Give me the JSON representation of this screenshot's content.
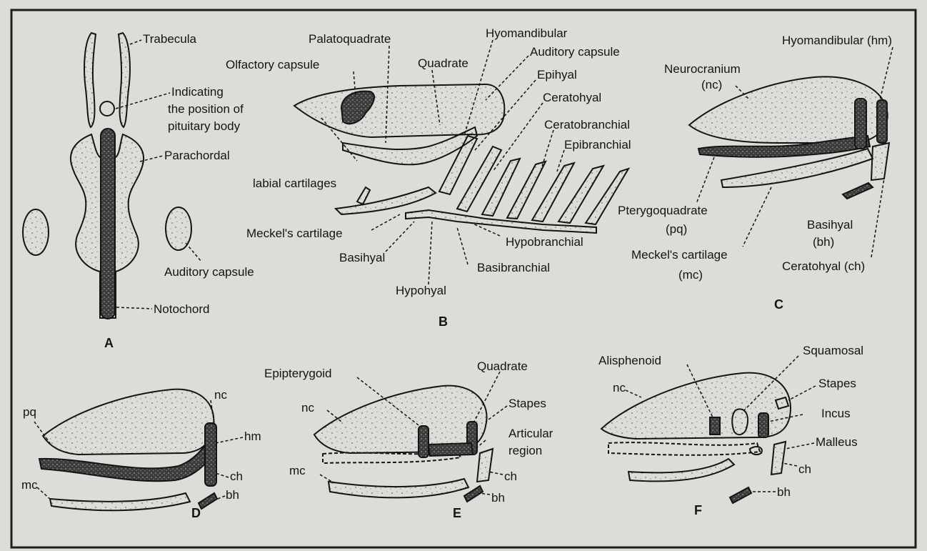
{
  "colors": {
    "paper": "#dcdcd8",
    "ink": "#141414",
    "stipple": "#6a6a66",
    "dark_cartilage": "#3c3c3c",
    "frame": "#1e1e1e"
  },
  "panel_a": {
    "letter": "A",
    "labels": {
      "trabecula": "Trabecula",
      "indicating1": "Indicating",
      "indicating2": "the position of",
      "indicating3": "pituitary body",
      "parachordal": "Parachordal",
      "auditory_capsule": "Auditory capsule",
      "notochord": "Notochord"
    }
  },
  "panel_b": {
    "letter": "B",
    "labels": {
      "palatoquadrate": "Palatoquadrate",
      "hyomandibular": "Hyomandibular",
      "olfactory_capsule": "Olfactory capsule",
      "quadrate": "Quadrate",
      "auditory_capsule": "Auditory capsule",
      "epihyal": "Epihyal",
      "ceratohyal": "Ceratohyal",
      "ceratobranchial": "Ceratobranchial",
      "epibranchial": "Epibranchial",
      "labial_cartilages": "labial cartilages",
      "meckels_cartilage": "Meckel's cartilage",
      "hypobranchial": "Hypobranchial",
      "basihyal": "Basihyal",
      "basibranchial": "Basibranchial",
      "hypohyal": "Hypohyal"
    }
  },
  "panel_c": {
    "letter": "C",
    "labels": {
      "hyomandibular": "Hyomandibular (hm)",
      "neurocranium1": "Neurocranium",
      "neurocranium2": "(nc)",
      "pterygoquadrate1": "Pterygoquadrate",
      "pterygoquadrate2": "(pq)",
      "basihyal1": "Basihyal",
      "basihyal2": "(bh)",
      "meckels1": "Meckel's cartilage",
      "meckels2": "(mc)",
      "ceratohyal": "Ceratohyal (ch)"
    }
  },
  "panel_d": {
    "letter": "D",
    "labels": {
      "pq": "pq",
      "nc": "nc",
      "hm": "hm",
      "ch": "ch",
      "mc": "mc",
      "bh": "bh"
    }
  },
  "panel_e": {
    "letter": "E",
    "labels": {
      "epipterygoid": "Epipterygoid",
      "quadrate": "Quadrate",
      "nc": "nc",
      "stapes": "Stapes",
      "articular1": "Articular",
      "articular2": "region",
      "mc": "mc",
      "ch": "ch",
      "bh": "bh"
    }
  },
  "panel_f": {
    "letter": "F",
    "labels": {
      "alisphenoid": "Alisphenoid",
      "squamosal": "Squamosal",
      "nc": "nc",
      "stapes": "Stapes",
      "incus": "Incus",
      "malleus": "Malleus",
      "ch": "ch",
      "bh": "bh"
    }
  }
}
